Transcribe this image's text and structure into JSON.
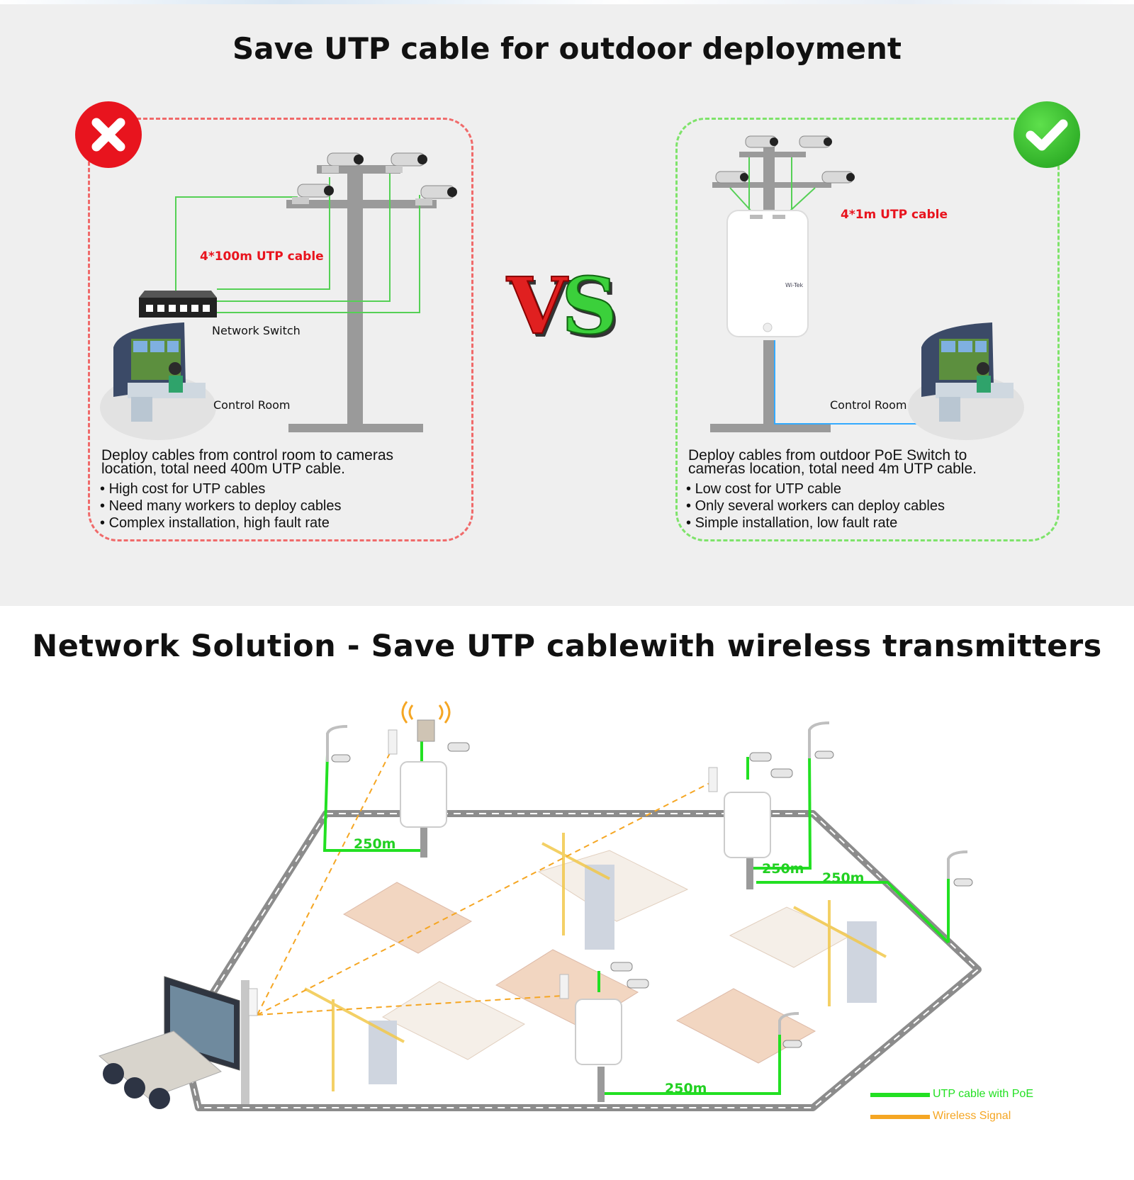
{
  "header": {
    "title": "Save UTP cable for outdoor deployment"
  },
  "left_panel": {
    "cable_label": "4*100m UTP cable",
    "switch_label": "Network Switch",
    "room_label": "Control Room",
    "desc_line1": "Deploy cables from control room to cameras",
    "desc_line2": "location, total need 400m UTP cable.",
    "bullets": [
      "High cost for UTP cables",
      "Need many workers to deploy cables",
      "Complex installation, high fault rate"
    ],
    "border_color": "#f06a6a",
    "badge_icon": "cross-icon"
  },
  "vs_text": "VS",
  "right_panel": {
    "cable_label": "4*1m UTP cable",
    "room_label": "Control Room",
    "device_brand": "Wi-Tek",
    "desc_line1": "Deploy cables from outdoor PoE Switch to",
    "desc_line2": "cameras location,  total need 4m UTP cable.",
    "bullets": [
      "Low cost for UTP cable",
      "Only several workers can deploy cables",
      "Simple installation, low fault rate"
    ],
    "border_color": "#7ee36a",
    "badge_icon": "check-icon"
  },
  "solution": {
    "title": "Network Solution - Save UTP cablewith wireless transmitters",
    "distances": [
      "250m",
      "250m",
      "250m",
      "250m"
    ],
    "legend": [
      {
        "label": "UTP cable with PoE",
        "color": "#22e022"
      },
      {
        "label": "Wireless Signal",
        "color": "#f5a623"
      }
    ]
  }
}
